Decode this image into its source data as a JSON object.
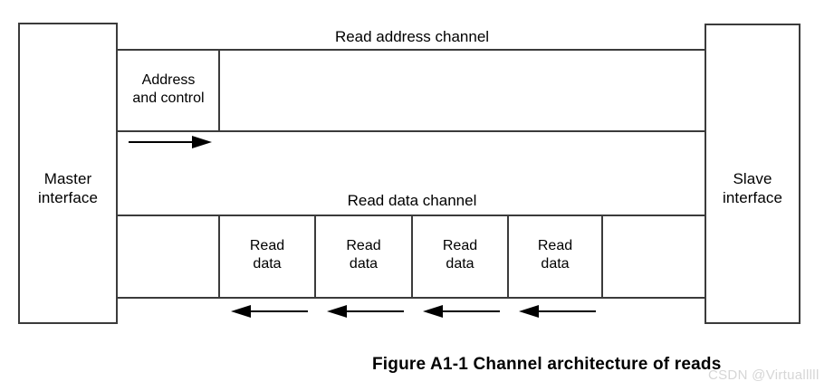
{
  "figure": {
    "caption": "Figure A1-1 Channel architecture of reads",
    "watermark": "CSDN @Virtualllll",
    "line_color": "#3b3b3b",
    "text_color": "#000000",
    "background": "#ffffff",
    "watermark_color": "#d6d6d6"
  },
  "endpoints": {
    "master": {
      "line1": "Master",
      "line2": "interface"
    },
    "slave": {
      "line1": "Slave",
      "line2": "interface"
    }
  },
  "channels": [
    {
      "id": "read-address-channel",
      "label": "Read address channel",
      "direction": "master-to-slave",
      "arrows": 1,
      "cells": [
        {
          "line1": "Address",
          "line2": "and control",
          "filled": true
        },
        {
          "line1": "",
          "line2": "",
          "filled": false
        }
      ]
    },
    {
      "id": "read-data-channel",
      "label": "Read data channel",
      "direction": "slave-to-master",
      "arrows": 4,
      "cells": [
        {
          "line1": "",
          "line2": "",
          "filled": false
        },
        {
          "line1": "Read",
          "line2": "data",
          "filled": true
        },
        {
          "line1": "Read",
          "line2": "data",
          "filled": true
        },
        {
          "line1": "Read",
          "line2": "data",
          "filled": true
        },
        {
          "line1": "Read",
          "line2": "data",
          "filled": true
        },
        {
          "line1": "",
          "line2": "",
          "filled": false
        }
      ]
    }
  ]
}
